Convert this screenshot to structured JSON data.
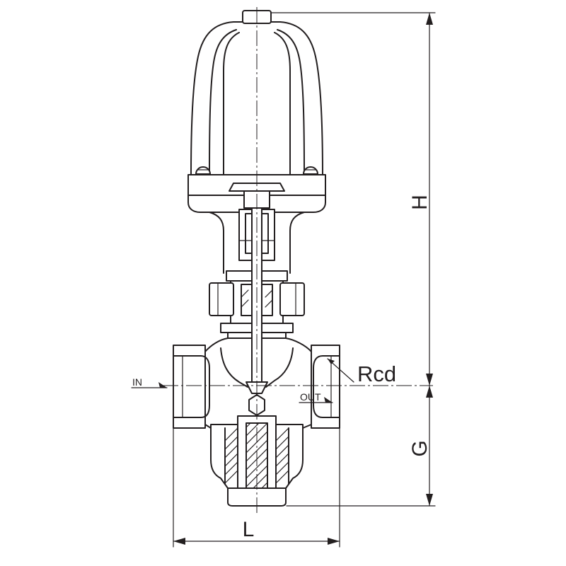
{
  "colors": {
    "line": "#231f20",
    "background": "#ffffff"
  },
  "dimensions": {
    "overall_height": "H",
    "lower_height": "G",
    "face_to_face": "L"
  },
  "callouts": {
    "port_thread": "Rcd",
    "inlet": "IN",
    "outlet": "OUT"
  }
}
